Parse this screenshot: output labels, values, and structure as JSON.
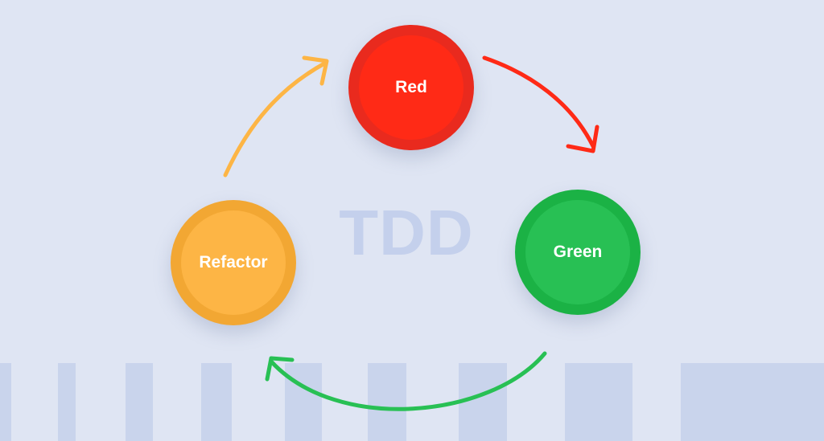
{
  "title": "TDD",
  "stages": [
    {
      "id": "red",
      "label": "Red",
      "color": "#ff2a16"
    },
    {
      "id": "green",
      "label": "Green",
      "color": "#28c054"
    },
    {
      "id": "refactor",
      "label": "Refactor",
      "color": "#fdb545"
    }
  ],
  "arrows": [
    {
      "from": "Red",
      "to": "Green",
      "color": "#ff2a16"
    },
    {
      "from": "Green",
      "to": "Refactor",
      "color": "#28c054"
    },
    {
      "from": "Refactor",
      "to": "Red",
      "color": "#fdb545"
    }
  ]
}
